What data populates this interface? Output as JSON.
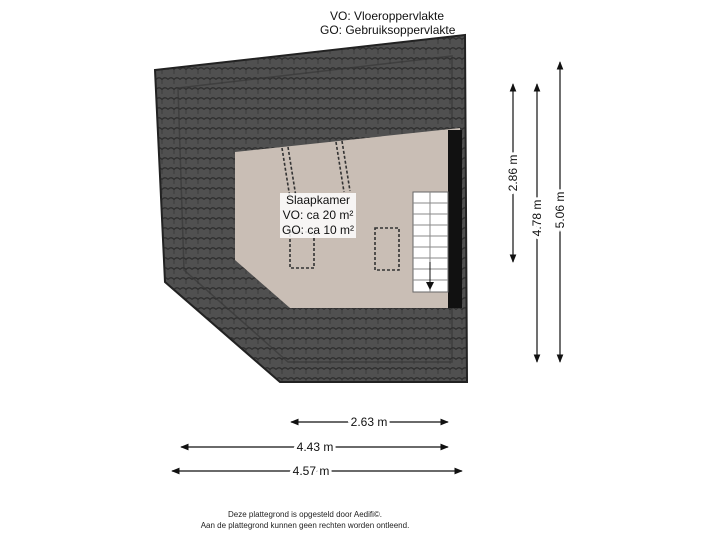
{
  "legend": {
    "vo": "VO: Vloeroppervlakte",
    "go": "GO: Gebruiksoppervlakte"
  },
  "room": {
    "name": "Slaapkamer",
    "vo": "VO: ca 20 m²",
    "go": "GO: ca 10 m²"
  },
  "dimensions": {
    "h_263": "2.63 m",
    "h_443": "4.43 m",
    "h_457": "4.57 m",
    "v_286": "2.86 m",
    "v_478": "4.78 m",
    "v_506": "5.06 m"
  },
  "footer": {
    "line1": "Deze plattegrond is opgesteld door Aedifi©.",
    "line2": "Aan de plattegrond kunnen geen rechten worden ontleend."
  },
  "colors": {
    "roof": "#4a4a4a",
    "roof_tile_line": "#2a2a2a",
    "floor": "#c9beb5",
    "wall": "#111111"
  }
}
